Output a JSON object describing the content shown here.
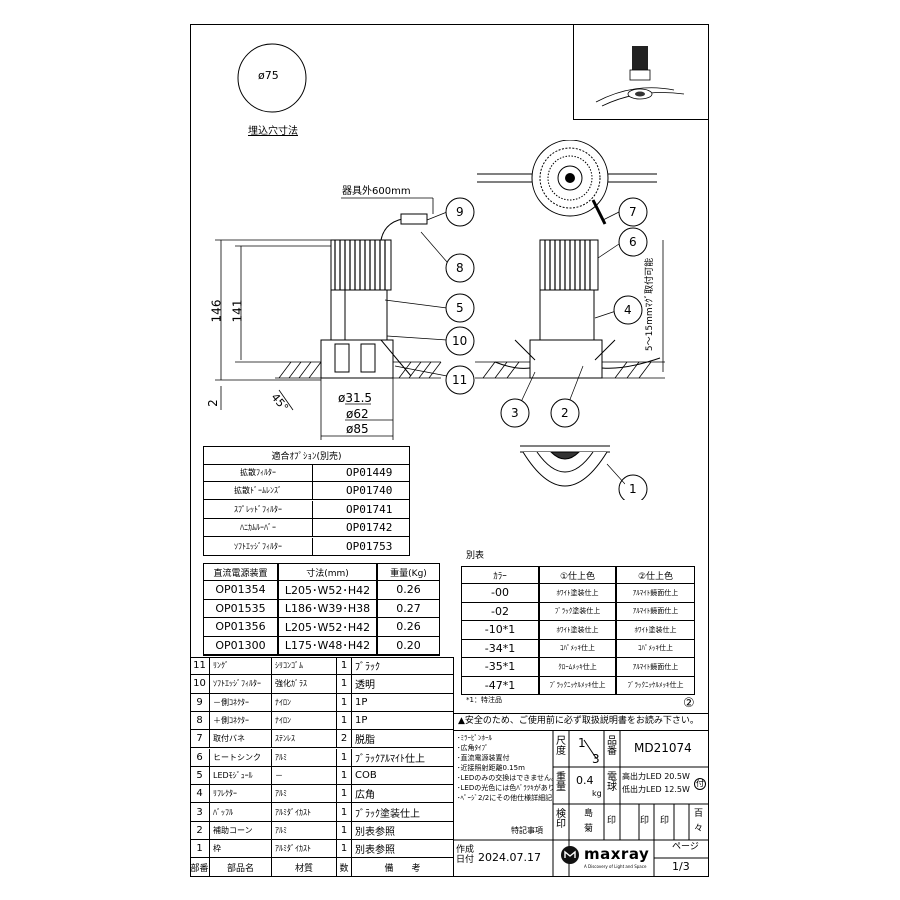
{
  "drawing": {
    "hole": {
      "diameter": "ø75",
      "caption": "埋込穴寸法"
    },
    "cable_length": "器具外600mm",
    "dims_left": {
      "h146": "146",
      "h141": "141",
      "h2": "2",
      "angle": "45°"
    },
    "dims_bottom": {
      "d315": "ø31.5",
      "d62": "ø62",
      "d85": "ø85"
    },
    "mount_range": "5～15mmﾏｸﾞ取付可能",
    "balloons": [
      "9",
      "8",
      "5",
      "10",
      "11",
      "7",
      "6",
      "4",
      "3",
      "2",
      "1"
    ]
  },
  "options_table": {
    "title": "適合ｵﾌﾟｼｮﾝ(別売)",
    "rows": [
      {
        "name": "拡散ﾌｨﾙﾀｰ",
        "code": "OP01449"
      },
      {
        "name": "拡散ﾄﾞｰﾑﾚﾝｽﾞ",
        "code": "OP01740"
      },
      {
        "name": "ｽﾌﾟﾚｯﾄﾞﾌｨﾙﾀｰ",
        "code": "OP01741"
      },
      {
        "name": "ﾊﾆｶﾑﾙｰﾊﾞｰ",
        "code": "OP01742"
      },
      {
        "name": "ｿﾌﾄｴｯｼﾞﾌｨﾙﾀｰ",
        "code": "OP01753"
      }
    ]
  },
  "power_table": {
    "headers": [
      "直流電源装置",
      "寸法(mm)",
      "重量(Kg)"
    ],
    "rows": [
      [
        "OP01354",
        "L205･W52･H42",
        "0.26"
      ],
      [
        "OP01535",
        "L186･W39･H38",
        "0.27"
      ],
      [
        "OP01356",
        "L205･W52･H42",
        "0.26"
      ],
      [
        "OP01300",
        "L175･W48･H42",
        "0.20"
      ]
    ]
  },
  "variant_table": {
    "label": "別表",
    "headers": [
      "ｶﾗｰ",
      "①仕上色",
      "②仕上色"
    ],
    "rows": [
      [
        "-00",
        "ﾎﾜｲﾄ塗装仕上",
        "ｱﾙﾏｲﾄ鏡面仕上"
      ],
      [
        "-02",
        "ﾌﾞﾗｯｸ塗装仕上",
        "ｱﾙﾏｲﾄ鏡面仕上"
      ],
      [
        "-10*1",
        "ﾎﾜｲﾄ塗装仕上",
        "ﾎﾜｲﾄ塗装仕上"
      ],
      [
        "-34*1",
        "ｺﾊﾟﾒｯｷ仕上",
        "ｺﾊﾟﾒｯｷ仕上"
      ],
      [
        "-35*1",
        "ｸﾛｰﾑﾒｯｷ仕上",
        "ｱﾙﾏｲﾄ鏡面仕上"
      ],
      [
        "-47*1",
        "ﾌﾞﾗｯｸﾆｯｹﾙﾒｯｷ仕上",
        "ﾌﾞﾗｯｸﾆｯｹﾙﾒｯｷ仕上"
      ]
    ],
    "note": "*1：特注品",
    "page_mark": "②"
  },
  "parts_table": {
    "footer": [
      "部番",
      "部品名",
      "材質",
      "数",
      "備　　考"
    ],
    "rows": [
      [
        "11",
        "ﾘﾝｸﾞ",
        "ｼﾘｺﾝｺﾞﾑ",
        "1",
        "ﾌﾞﾗｯｸ"
      ],
      [
        "10",
        "ｿﾌﾄｴｯｼﾞﾌｨﾙﾀｰ",
        "強化ｶﾞﾗｽ",
        "1",
        "透明"
      ],
      [
        "9",
        "－側ｺﾈｸﾀｰ",
        "ﾅｲﾛﾝ",
        "1",
        "1P"
      ],
      [
        "8",
        "＋側ｺﾈｸﾀｰ",
        "ﾅｲﾛﾝ",
        "1",
        "1P"
      ],
      [
        "7",
        "取付バネ",
        "ｽﾃﾝﾚｽ",
        "2",
        "脱脂"
      ],
      [
        "6",
        "ヒートシンク",
        "ｱﾙﾐ",
        "1",
        "ﾌﾞﾗｯｸｱﾙﾏｲﾄ仕上"
      ],
      [
        "5",
        "LEDﾓｼﾞｭｰﾙ",
        "－",
        "1",
        "COB"
      ],
      [
        "4",
        "ﾘﾌﾚｸﾀｰ",
        "ｱﾙﾐ",
        "1",
        "広角"
      ],
      [
        "3",
        "ﾊﾞｯﾌﾙ",
        "ｱﾙﾐﾀﾞｲｶｽﾄ",
        "1",
        "ﾌﾞﾗｯｸ塗装仕上"
      ],
      [
        "2",
        "補助コーン",
        "ｱﾙﾐ",
        "1",
        "別表参照"
      ],
      [
        "1",
        "枠",
        "ｱﾙﾐﾀﾞｲｶｽﾄ",
        "1",
        "別表参照"
      ]
    ]
  },
  "title_block": {
    "safety": "▲安全のため、ご使用前に必ず取扱説明書をお読み下さい。",
    "notes": [
      "･ﾐﾗｰﾋﾟﾝﾎｰﾙ",
      "･広角ﾀｲﾌﾟ",
      "･直流電源装置付",
      "･近接照射距離0.15m",
      "･LEDのみの交換はできません。",
      "･LEDの光色には色ﾊﾞﾗﾂｷがあります。",
      "･ﾍﾟｰｼﾞ2/2にその他仕様詳細記載。"
    ],
    "special_label": "特記事項",
    "scale_label": "尺度",
    "scale": [
      "1",
      "3"
    ],
    "partno_label": "品番",
    "part_number": "MD21074",
    "weight_label": "重量",
    "weight_value": "0.4",
    "weight_unit": "kg",
    "bulb_label": "電球",
    "bulb_high": "高出力LED 20.5W",
    "bulb_low": "低出力LED 12.5W",
    "bulb_mark": "付",
    "inspect_label": "検印",
    "inspector": [
      "島",
      "菊"
    ],
    "seal1": "印",
    "seal2": "印",
    "seal3": "印",
    "hyaku": "百",
    "hyaku2": "々",
    "date_label": "作成日付",
    "date": "2024.07.17",
    "brand": "maxray",
    "brand_tagline": "A Discovery of Light and Space",
    "page_label": "ページ",
    "page": "1/3"
  }
}
